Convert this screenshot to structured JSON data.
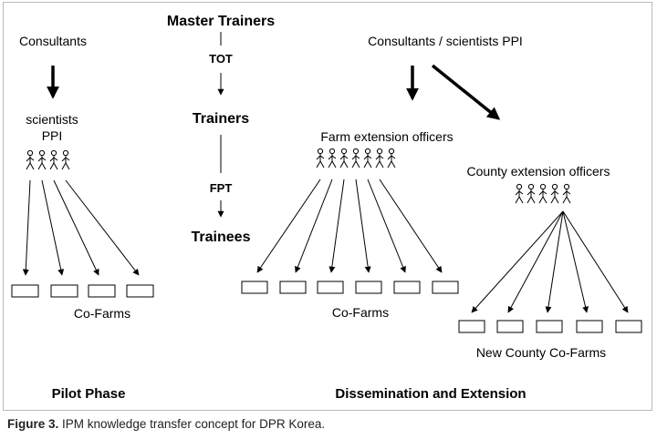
{
  "center": {
    "master_trainers": "Master Trainers",
    "tot": "TOT",
    "trainers": "Trainers",
    "fpt": "FPT",
    "trainees": "Trainees"
  },
  "pilot": {
    "source": "Consultants",
    "group_line1": "scientists",
    "group_line2": "PPI",
    "farms_label": "Co-Farms",
    "phase_label": "Pilot Phase"
  },
  "dissemination": {
    "source": "Consultants / scientists PPI",
    "farm_officers": "Farm extension officers",
    "farms_label": "Co-Farms",
    "county_officers": "County extension officers",
    "county_farms_label": "New County Co-Farms",
    "phase_label": "Dissemination and Extension"
  },
  "caption": {
    "figure_label": "Figure 3.",
    "text": "IPM knowledge transfer concept for DPR Korea."
  },
  "icons": {
    "person": "stick-figure-person-icon",
    "farm": "farm-box-icon"
  }
}
